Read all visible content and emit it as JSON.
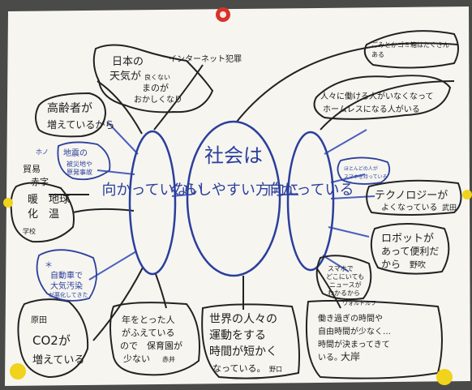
{
  "center": {
    "line1": "社会は",
    "line2": "くらしやすい方向に"
  },
  "left_title": "向かっていない",
  "right_title": "向かっている",
  "left_nodes": {
    "weather": [
      "日本の",
      "天気が",
      "良くない",
      "まのが",
      "おかしくなり"
    ],
    "internet_crime": "インターネット犯罪",
    "elderly": [
      "高齢者が",
      "増えているから"
    ],
    "blue_note": [
      "ホノ",
      "地震の",
      "被災地や",
      "原発事故"
    ],
    "trade": [
      "貿易",
      "赤字"
    ],
    "warming": [
      "地球",
      "温",
      "暖",
      "化"
    ],
    "warming_note": "学校",
    "cars_note": [
      "自動車で",
      "大気汚染",
      "が悪化してきた"
    ],
    "cars_mark": "＊",
    "co2": [
      "CO2が",
      "増えている"
    ],
    "co2_label": "原田",
    "aging": [
      "年をとった人",
      "がふえている",
      "ので　保育園が",
      "少ない"
    ],
    "aging_tag": "赤井",
    "exercise": [
      "世界の人々の",
      "運動をする",
      "時間が短かく",
      "なっている。"
    ],
    "exercise_tag": "野口"
  },
  "right_nodes": {
    "garbage": [
      "ごみとかゴミ箱はたくさん",
      "ある"
    ],
    "homeless": [
      "人々に働ける人がいなくなって",
      "ホームレスになる人がいる"
    ],
    "tech_note": [
      "ほとんどの人が",
      "スマホを持っている"
    ],
    "technology": [
      "テクノロジーが",
      "よくなっている"
    ],
    "technology_tag": "武田",
    "robot": [
      "ロボットが",
      "あって便利だ",
      "から"
    ],
    "robot_tag": "野吹",
    "smartphone": [
      "スマホで",
      "どこにいても",
      "ニュースが",
      "わかるから"
    ],
    "smartphone_tag": "ウォルドルフ",
    "worktime": [
      "働き過ぎの時間や",
      "自由時間が少なく…",
      "時間が決まってきて",
      "いる。"
    ],
    "worktime_tag": "大岸"
  },
  "colors": {
    "paper": "#f6f5f0",
    "ink": "#1d1d1d",
    "blue": "#2b3f9c",
    "yellow_pin": "#f1d21c",
    "red_pin": "#d8322b"
  }
}
